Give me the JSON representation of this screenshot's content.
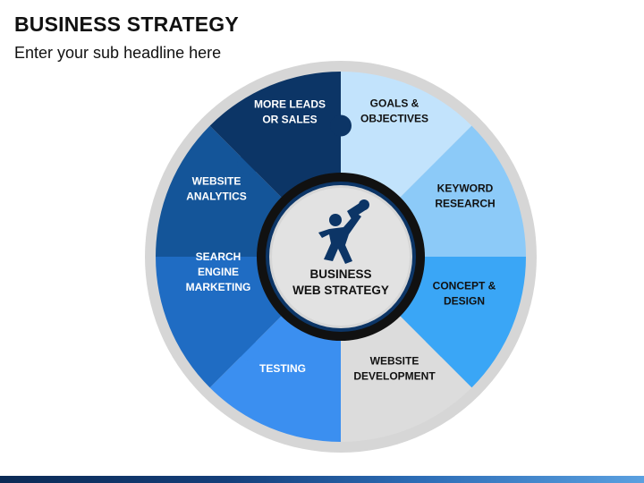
{
  "header": {
    "title": "BUSINESS STRATEGY",
    "subtitle": "Enter your sub headline here"
  },
  "center": {
    "line1": "BUSINESS",
    "line2": "WEB STRATEGY",
    "icon": "person-with-telescope-icon"
  },
  "segments": [
    {
      "name": "goals",
      "lines": [
        "GOALS &",
        "OBJECTIVES"
      ],
      "color": "#c2e3fc",
      "text_color": "#111111"
    },
    {
      "name": "keyword",
      "lines": [
        "KEYWORD",
        "RESEARCH"
      ],
      "color": "#8ccaf8",
      "text_color": "#111111"
    },
    {
      "name": "concept",
      "lines": [
        "CONCEPT &",
        "DESIGN"
      ],
      "color": "#3aa6f6",
      "text_color": "#111111"
    },
    {
      "name": "website-dev",
      "lines": [
        "WEBSITE",
        "DEVELOPMENT"
      ],
      "color": "#dcdcdc",
      "text_color": "#111111"
    },
    {
      "name": "testing",
      "lines": [
        "TESTING"
      ],
      "color": "#3b8ff0",
      "text_color": "#ffffff"
    },
    {
      "name": "sem",
      "lines": [
        "SEARCH",
        "ENGINE",
        "MARKETING"
      ],
      "color": "#1f6cc3",
      "text_color": "#ffffff"
    },
    {
      "name": "analytics",
      "lines": [
        "WEBSITE",
        "ANALYTICS"
      ],
      "color": "#145599",
      "text_color": "#ffffff"
    },
    {
      "name": "leads",
      "lines": [
        "MORE LEADS",
        "OR SALES"
      ],
      "color": "#0c3566",
      "text_color": "#ffffff"
    }
  ],
  "colors": {
    "outer_ring": "#d6d6d6",
    "center_bg": "#e2e2e2",
    "center_ring": "#111111",
    "center_ring_inner": "#0c3566",
    "icon_color": "#0c3566"
  }
}
